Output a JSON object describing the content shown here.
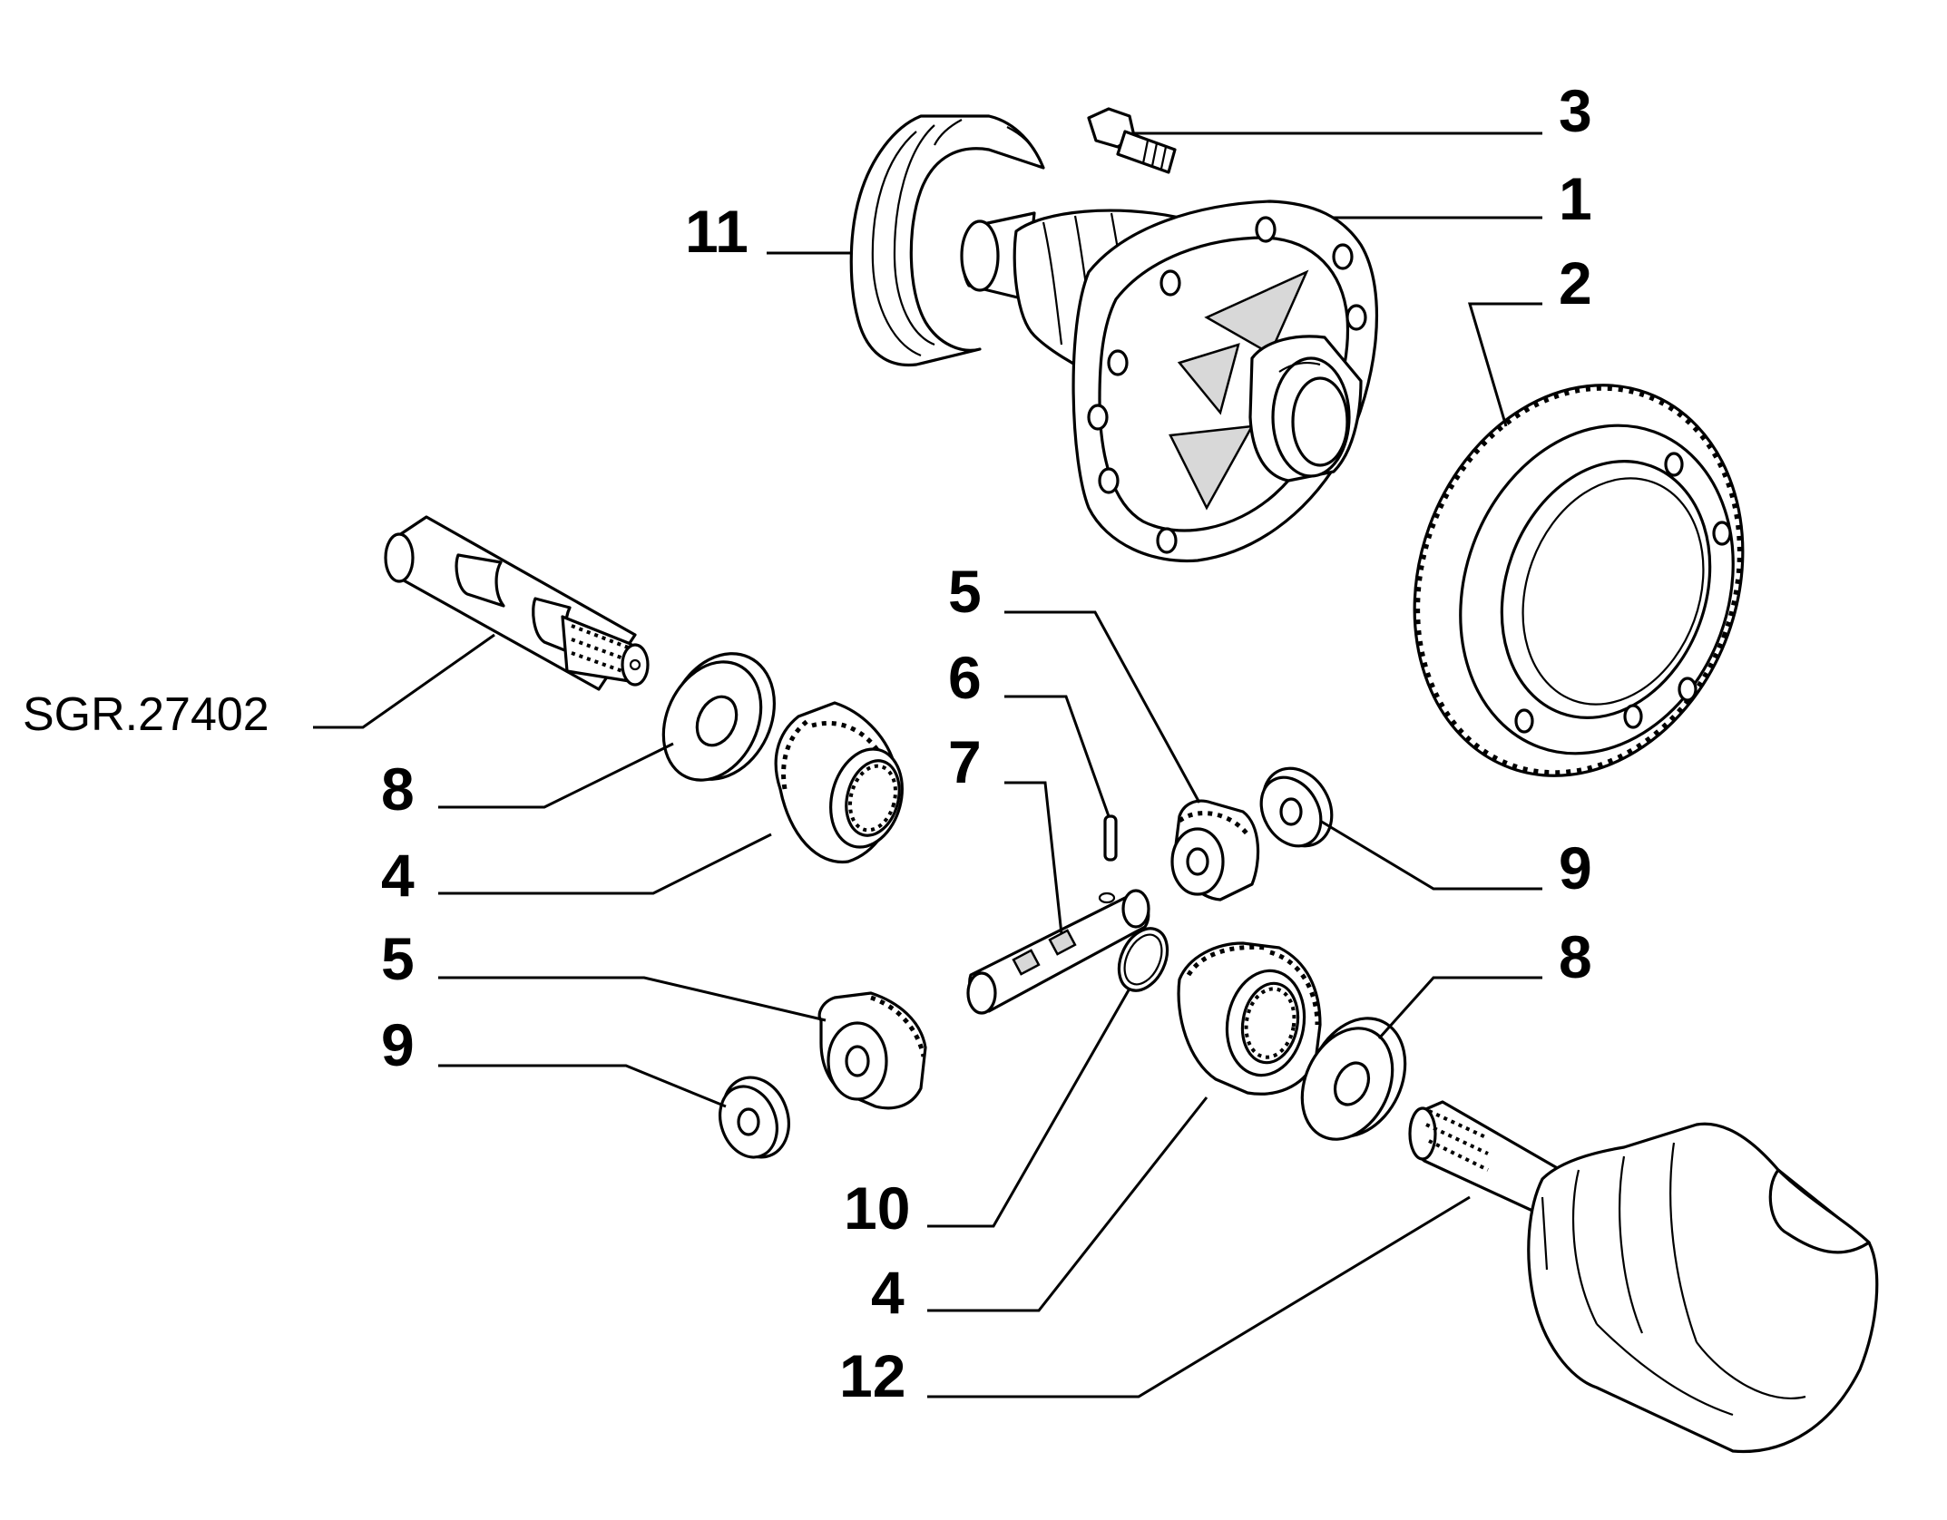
{
  "diagram": {
    "reference_code": "SGR.27402",
    "callouts": [
      {
        "id": "c3",
        "number": "3"
      },
      {
        "id": "c1",
        "number": "1"
      },
      {
        "id": "c11",
        "number": "11"
      },
      {
        "id": "c2",
        "number": "2"
      },
      {
        "id": "c5a",
        "number": "5"
      },
      {
        "id": "c6",
        "number": "6"
      },
      {
        "id": "c7",
        "number": "7"
      },
      {
        "id": "c8a",
        "number": "8"
      },
      {
        "id": "c9a",
        "number": "9"
      },
      {
        "id": "c4a",
        "number": "4"
      },
      {
        "id": "c8b",
        "number": "8"
      },
      {
        "id": "c5b",
        "number": "5"
      },
      {
        "id": "c9b",
        "number": "9"
      },
      {
        "id": "c10",
        "number": "10"
      },
      {
        "id": "c4b",
        "number": "4"
      },
      {
        "id": "c12",
        "number": "12"
      }
    ]
  }
}
